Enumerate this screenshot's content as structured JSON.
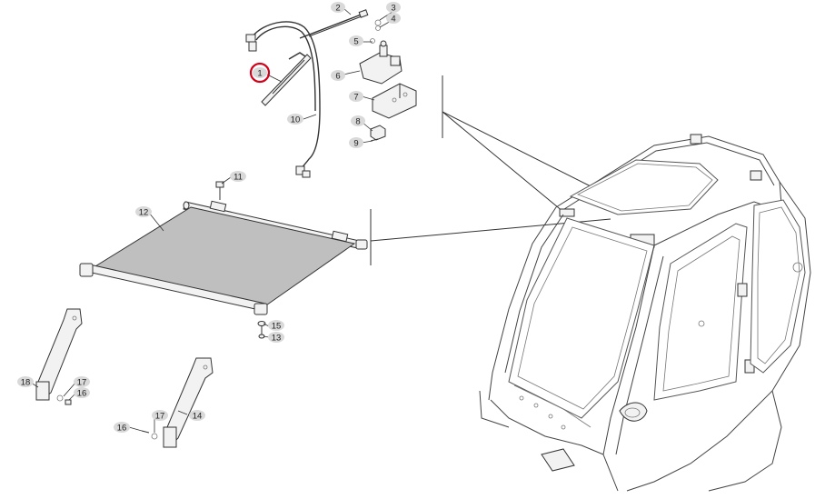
{
  "highlight": {
    "part": "1",
    "color": "#d0021b"
  },
  "labels": {
    "p1": "1",
    "p2": "2",
    "p3": "3",
    "p4": "4",
    "p5": "5",
    "p6": "6",
    "p7": "7",
    "p8": "8",
    "p9": "9",
    "p10": "10",
    "p11": "11",
    "p12": "12",
    "p13": "13",
    "p14": "14",
    "p15": "15",
    "p16a": "16",
    "p16b": "16",
    "p17a": "17",
    "p17b": "17",
    "p18": "18"
  },
  "colors": {
    "label_bg": "#d9d9d9",
    "line": "#333333",
    "blind": "#bfbfbf"
  }
}
